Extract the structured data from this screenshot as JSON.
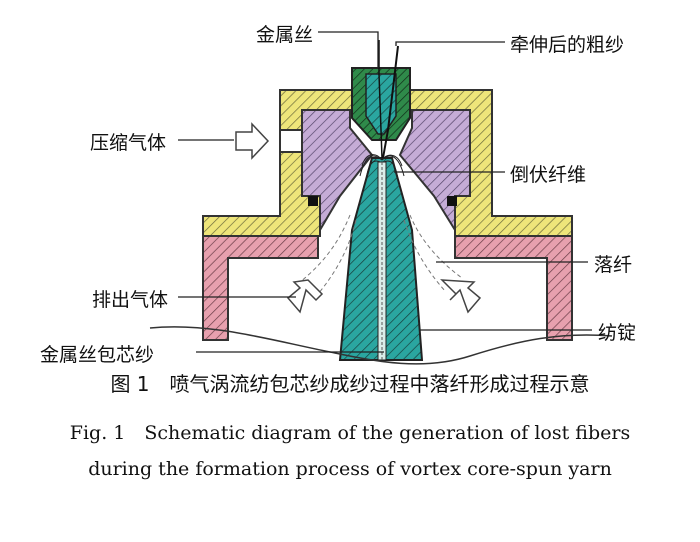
{
  "labels": {
    "metal_wire": "金属丝",
    "drafted_yarn": "牵伸后的粗纱",
    "compressed_air": "压缩气体",
    "lodged_fibers": "倒伏纤维",
    "lost_fibers": "落纤",
    "exhaust_air": "排出气体",
    "spindle": "纺锭",
    "core_spun_yarn": "金属丝包芯纱"
  },
  "caption": {
    "chinese": "图 1　喷气涡流纺包芯纱成纱过程中落纤形成过程示意",
    "english_line1": "Fig. 1　Schematic diagram of the generation of lost fibers",
    "english_line2": "during the formation process of vortex core-spun yarn"
  },
  "colors": {
    "outer_housing": "#eee57a",
    "lower_housing": "#e7a0ae",
    "vortex_chamber": "#c5acd6",
    "spindle": "#2aa6a0",
    "outline": "#333333"
  }
}
